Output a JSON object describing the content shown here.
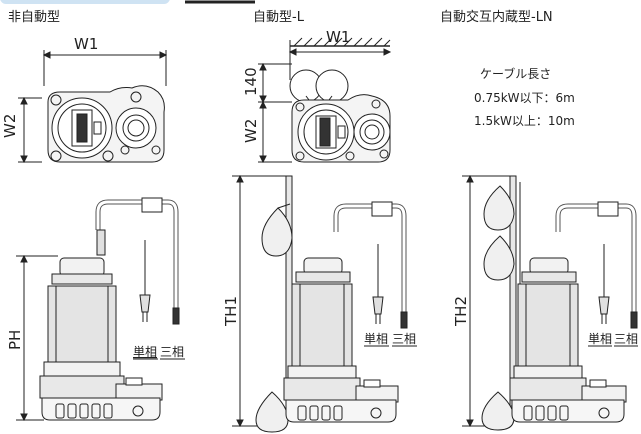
{
  "header": {
    "col1": "非自動型",
    "col2": "自動型-L",
    "col3": "自動交互内蔵型-LN"
  },
  "dimensions": {
    "w1_a": "W1",
    "w2_a": "W2",
    "w1_b": "W1",
    "h140": "140",
    "w2_b": "W2",
    "ph": "PH",
    "th1": "TH1",
    "th2": "TH2"
  },
  "cable_note": {
    "title": "ケーブル長さ",
    "line1": "0.75kW以下：6m",
    "line2": "1.5kW以上：10m"
  },
  "phase_labels": {
    "a1": "単相",
    "a2": "三相",
    "b1": "単相",
    "b2": "三相",
    "c1": "単相",
    "c2": "三相"
  },
  "colors": {
    "line": "#222222",
    "fill_light": "#f2f2f2",
    "fill_body": "#e8e8e8",
    "tab": "#cfe3f3"
  }
}
